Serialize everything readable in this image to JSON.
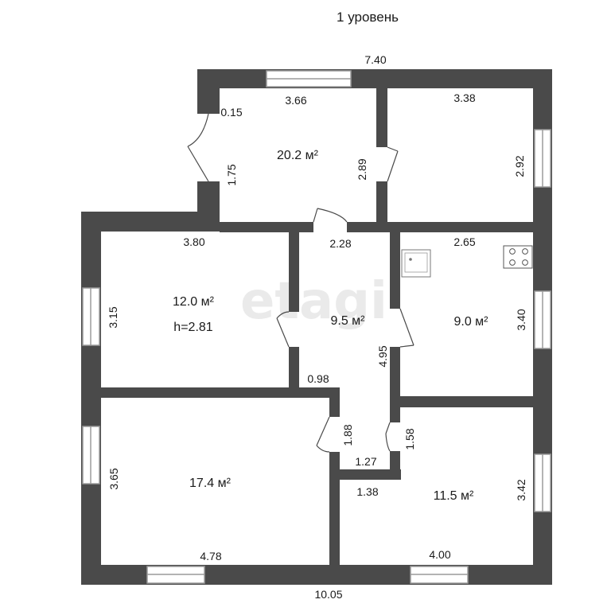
{
  "title": "1 уровень",
  "watermark": "etagi",
  "colors": {
    "wall": "#4a4a4a",
    "window_frame": "#9a9a9a",
    "door_line": "#4a4a4a",
    "text": "#1a1a1a"
  },
  "overall": {
    "top": "7.40",
    "bottom": "10.05"
  },
  "rooms": [
    {
      "id": "room-hall-top",
      "area": "20.2 м²",
      "dims": [
        "3.66",
        "2.89",
        "1.75",
        "0.15"
      ]
    },
    {
      "id": "room-top-right",
      "area": "",
      "dims": [
        "3.38",
        "2.92"
      ]
    },
    {
      "id": "room-left",
      "area": "12.0 м²",
      "height": "h=2.81",
      "dims": [
        "3.80",
        "3.15"
      ]
    },
    {
      "id": "room-corridor",
      "area": "9.5 м²",
      "dims": [
        "2.28",
        "4.95",
        "0.98",
        "1.88",
        "1.27"
      ]
    },
    {
      "id": "room-kitchen",
      "area": "9.0 м²",
      "dims": [
        "2.65",
        "3.40"
      ]
    },
    {
      "id": "room-bottom-left",
      "area": "17.4 м²",
      "dims": [
        "3.65",
        "4.78"
      ]
    },
    {
      "id": "room-bottom-right",
      "area": "11.5 м²",
      "dims": [
        "1.58",
        "1.38",
        "3.42",
        "4.00"
      ]
    }
  ],
  "icons": [
    "sink-icon",
    "stove-icon"
  ]
}
